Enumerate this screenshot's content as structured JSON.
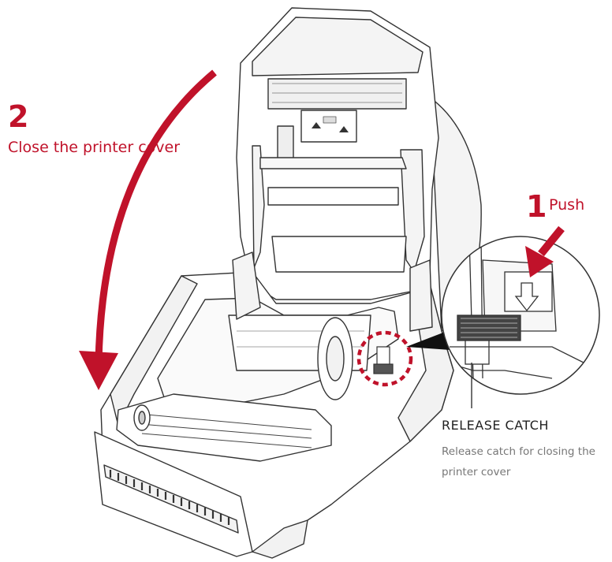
{
  "colors": {
    "accent": "#c0122a",
    "line": "#333333",
    "fill": "#ffffff",
    "shade": "#f2f2f2"
  },
  "step2": {
    "number": "2",
    "text": "Close the printer cover"
  },
  "step1": {
    "number": "1",
    "text": "Push"
  },
  "release_catch": {
    "title": "RELEASE CATCH",
    "description": "Release catch for closing the printer cover"
  }
}
